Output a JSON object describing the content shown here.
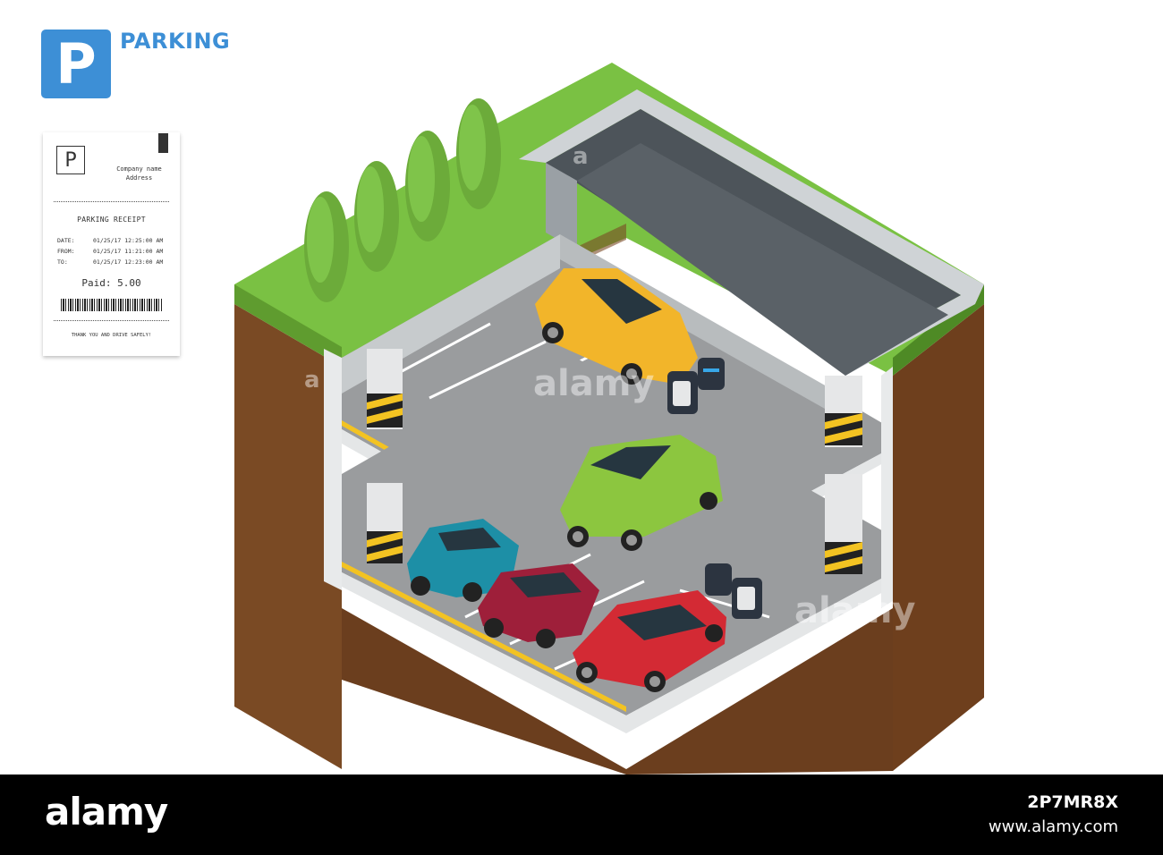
{
  "header": {
    "sign_letter": "P",
    "title": "PARKING"
  },
  "receipt": {
    "sign_letter": "P",
    "company_line1": "Company name",
    "company_line2": "Address",
    "title": "PARKING RECEIPT",
    "rows": [
      {
        "label": "DATE:",
        "value": "01/25/17 12:25:00 AM"
      },
      {
        "label": "FROM:",
        "value": "01/25/17 11:21:00 AM"
      },
      {
        "label": "TO:",
        "value": "01/25/17 12:23:00 AM"
      }
    ],
    "paid": "Paid: 5.00",
    "thanks": "THANK YOU AND DRIVE SAFELY!"
  },
  "watermark": {
    "text": "alamy",
    "mark": "a"
  },
  "footer": {
    "brand": "alamy",
    "image_id": "2P7MR8X",
    "url": "www.alamy.com"
  },
  "colors": {
    "accent_blue": "#3d8fd6",
    "grass": "#7ac143",
    "soil": "#7a4a24",
    "car_yellow": "#f2b52a",
    "car_green": "#8cc63f",
    "car_teal": "#1d8fa6",
    "car_maroon": "#9e1f3a",
    "car_red": "#d32a34"
  },
  "icons": [
    "parking-sign-icon",
    "tree-icon",
    "car-icon",
    "charging-robot-icon",
    "barcode-icon"
  ]
}
